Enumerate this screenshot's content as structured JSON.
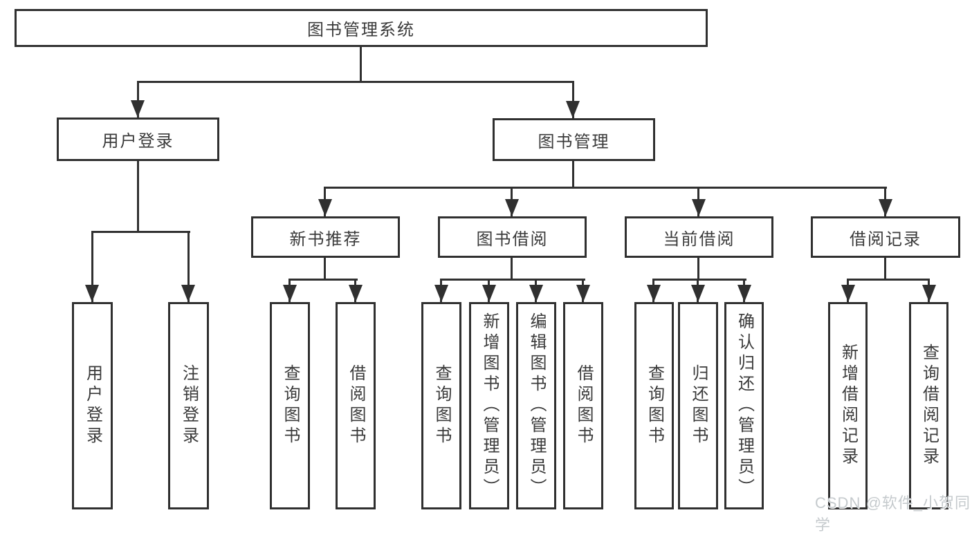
{
  "diagram": {
    "tree": {
      "root": "图书管理系统",
      "children": [
        {
          "label": "用户登录",
          "children": [
            "用户登录",
            "注销登录"
          ]
        },
        {
          "label": "图书管理",
          "children": [
            {
              "label": "新书推荐",
              "children": [
                "查询图书",
                "借阅图书"
              ]
            },
            {
              "label": "图书借阅",
              "children": [
                "查询图书",
                "新增图书（管理员）",
                "编辑图书（管理员）",
                "借阅图书"
              ]
            },
            {
              "label": "当前借阅",
              "children": [
                "查询图书",
                "归还图书",
                "确认归还（管理员）"
              ]
            },
            {
              "label": "借阅记录",
              "children": [
                "新增借阅记录",
                "查询借阅记录"
              ]
            }
          ]
        }
      ]
    },
    "watermark": "CSDN @软件_小贺同学",
    "colors": {
      "line": "#303030",
      "box_background": "#ffffff",
      "text": "#3a3a3a",
      "watermark": "#c5cacd"
    }
  }
}
